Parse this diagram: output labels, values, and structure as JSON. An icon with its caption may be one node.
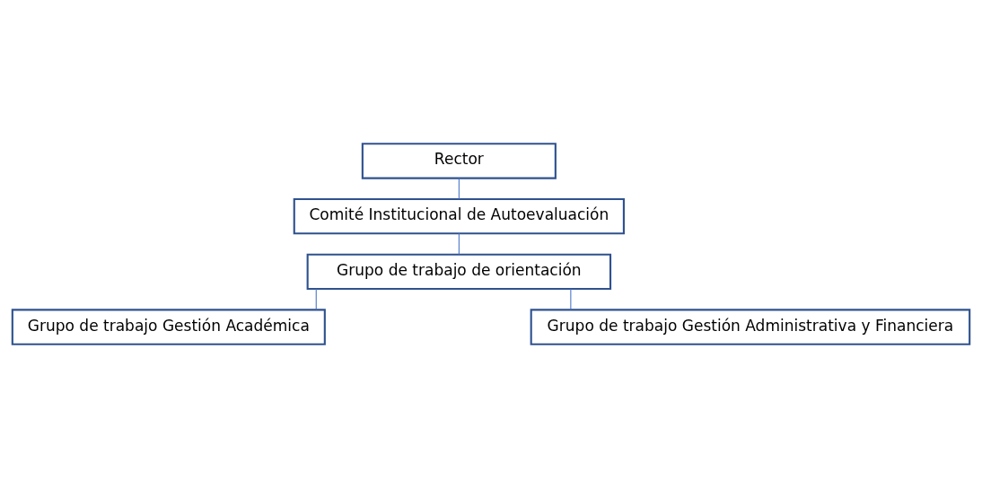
{
  "diagram": {
    "nodes": [
      {
        "text": [
          "Rector"
        ]
      },
      {
        "text": [
          "Comité Institucional de Autoevaluación"
        ]
      },
      {
        "text": [
          "Grupo de trabajo de orientación"
        ]
      },
      {
        "text": [
          "Grupo de trabajo Gestión Académica"
        ]
      },
      {
        "text": [
          "Grupo de trabajo Gestión Administrativa y Financiera"
        ]
      }
    ],
    "edges": [
      {
        "from": 0,
        "to": 1,
        "arrow": "none"
      },
      {
        "from": 1,
        "to": 2,
        "arrow": "none"
      },
      {
        "from": 2,
        "to": 3,
        "arrow": "none"
      },
      {
        "from": 2,
        "to": 4,
        "arrow": "none"
      }
    ]
  }
}
